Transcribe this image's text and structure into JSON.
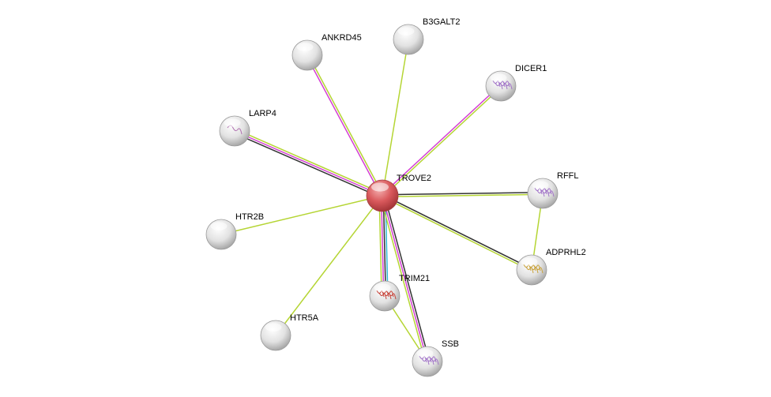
{
  "colors": {
    "dark": "#333333",
    "magenta": "#d43fd4",
    "yellowgreen": "#b5d534",
    "cyan": "#2fb7d6",
    "query": "#d9595c",
    "node": "#dddddd"
  },
  "center": "TROVE2",
  "nodes": [
    {
      "id": "TROVE2",
      "label": "TROVE2",
      "query": true,
      "structure": "none"
    },
    {
      "id": "ANKRD45",
      "label": "ANKRD45",
      "structure": "none"
    },
    {
      "id": "B3GALT2",
      "label": "B3GALT2",
      "structure": "none"
    },
    {
      "id": "DICER1",
      "label": "DICER1",
      "structure": "purple"
    },
    {
      "id": "LARP4",
      "label": "LARP4",
      "structure": "purple-line"
    },
    {
      "id": "RFFL",
      "label": "RFFL",
      "structure": "purple"
    },
    {
      "id": "HTR2B",
      "label": "HTR2B",
      "structure": "none"
    },
    {
      "id": "ADPRHL2",
      "label": "ADPRHL2",
      "structure": "gold"
    },
    {
      "id": "TRIM21",
      "label": "TRIM21",
      "structure": "red"
    },
    {
      "id": "HTR5A",
      "label": "HTR5A",
      "structure": "none"
    },
    {
      "id": "SSB",
      "label": "SSB",
      "structure": "purple"
    }
  ],
  "edges": [
    {
      "from": "TROVE2",
      "to": "ANKRD45",
      "types": [
        "magenta",
        "yellowgreen"
      ]
    },
    {
      "from": "TROVE2",
      "to": "B3GALT2",
      "types": [
        "yellowgreen"
      ]
    },
    {
      "from": "TROVE2",
      "to": "DICER1",
      "types": [
        "magenta",
        "yellowgreen"
      ]
    },
    {
      "from": "TROVE2",
      "to": "LARP4",
      "types": [
        "dark",
        "magenta",
        "yellowgreen"
      ]
    },
    {
      "from": "TROVE2",
      "to": "RFFL",
      "types": [
        "dark",
        "yellowgreen"
      ]
    },
    {
      "from": "TROVE2",
      "to": "HTR2B",
      "types": [
        "yellowgreen"
      ]
    },
    {
      "from": "TROVE2",
      "to": "ADPRHL2",
      "types": [
        "dark",
        "yellowgreen"
      ]
    },
    {
      "from": "TROVE2",
      "to": "TRIM21",
      "types": [
        "cyan",
        "dark",
        "magenta",
        "yellowgreen"
      ]
    },
    {
      "from": "TROVE2",
      "to": "HTR5A",
      "types": [
        "yellowgreen"
      ]
    },
    {
      "from": "TROVE2",
      "to": "SSB",
      "types": [
        "dark",
        "magenta",
        "yellowgreen"
      ]
    },
    {
      "from": "RFFL",
      "to": "ADPRHL2",
      "types": [
        "yellowgreen"
      ]
    },
    {
      "from": "TRIM21",
      "to": "SSB",
      "types": [
        "yellowgreen"
      ]
    }
  ]
}
